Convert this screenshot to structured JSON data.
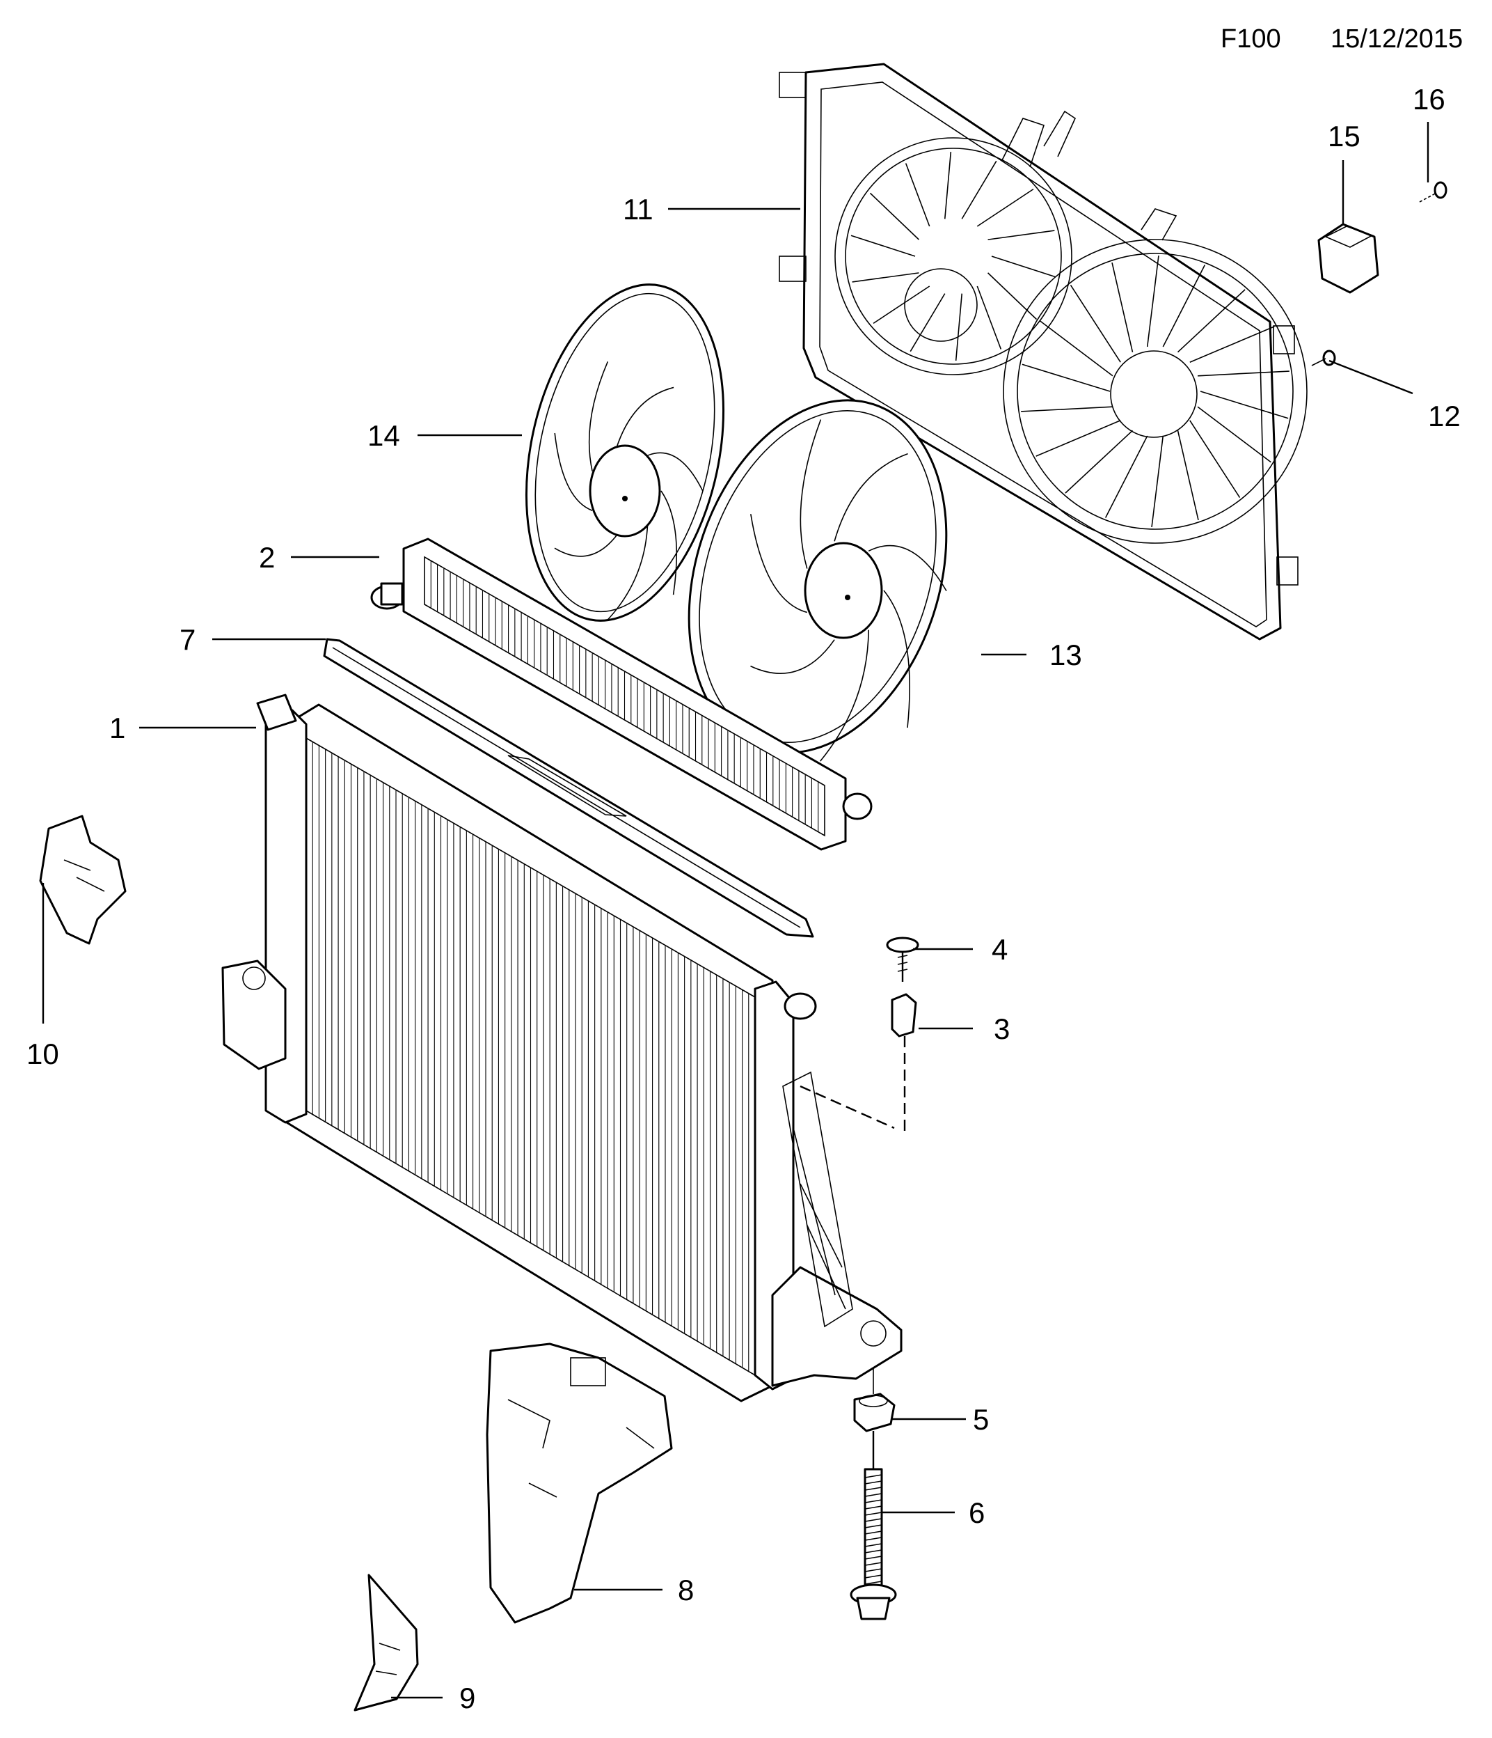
{
  "header": {
    "code": "F100",
    "date": "15/12/2015"
  },
  "callouts": {
    "c1": "1",
    "c2": "2",
    "c3": "3",
    "c4": "4",
    "c5": "5",
    "c6": "6",
    "c7": "7",
    "c8": "8",
    "c9": "9",
    "c10": "10",
    "c11": "11",
    "c12": "12",
    "c13": "13",
    "c14": "14",
    "c15": "15",
    "c16": "16"
  }
}
